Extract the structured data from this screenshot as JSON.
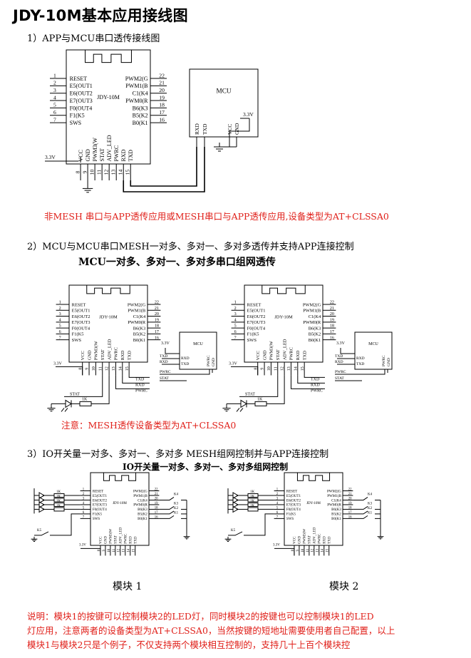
{
  "doc": {
    "title": "JDY-10M基本应用接线图",
    "s1": {
      "heading": "1）APP与MCU串口透传接线图",
      "note": "非MESH 串口与APP透传应用或MESH串口与APP透传应用,设备类型为AT+CLSSA0"
    },
    "s2": {
      "heading": "2）MCU与MCU串口MESH一对多、多对一、多对多透传并支持APP连接控制",
      "figure_title": "MCU一对多、多对一、多对多串口组网透传",
      "note": "注意：MESH透传设备类型为AT+CLSSA0"
    },
    "s3": {
      "heading": "3）IO开关量一对多、多对一、多对多 MESH组网控制并与APP连接控制",
      "figure_title": "IO开关量一对多、多对一、多对多组网控制",
      "label_left": "模块 1",
      "label_right": "模块 2",
      "note_lines": [
        "说明：模块1的按键可以控制模块2的LED灯，同时模块2的按键也可以控制模块1的LED",
        "灯应用，注意两者的设备类型为AT+CLSSA0，当然按键的短地址需要使用者自己配置，以上",
        "模块1与模块2只是个例子，不仅支持两个模块相互控制的，支持几十上百个模块控"
      ]
    }
  },
  "module": {
    "name": "JDY-10M",
    "left_pins": [
      "RESET",
      "E5(OUT1",
      "E6(OUT2",
      "E7(OUT3",
      "F0(OUT4",
      "F1(K5",
      "SWS"
    ],
    "left_nums": [
      "1",
      "2",
      "3",
      "4",
      "5",
      "6",
      "7"
    ],
    "right_pins": [
      "PWM2(G",
      "PWM1(B",
      "C1(K4",
      "PWM0(R",
      "B6(K3",
      "B5(K2",
      "B0(K1"
    ],
    "right_nums": [
      "22",
      "21",
      "20",
      "19",
      "18",
      "17",
      "16"
    ],
    "bottom_pins": [
      "VCC",
      "GND",
      "PWM3(W",
      "STAT",
      "ADV_LED",
      "PWRC",
      "RXD",
      "TXD"
    ],
    "bottom_nums": [
      "8",
      "9",
      "10",
      "11",
      "12",
      "13",
      "14",
      "15"
    ]
  },
  "mcu": {
    "name": "MCU",
    "pins_s1": [
      "RXD",
      "TXD",
      "VCC",
      "GND"
    ],
    "pins_s2": [
      "RXD",
      "TXD",
      "PWRC",
      "GND"
    ]
  },
  "labels": {
    "v33": "3.3V",
    "txd": "TXD",
    "rxd": "RXD",
    "pwrc": "PWRC",
    "stat": "STAT",
    "r1k": "1K",
    "k1": "K1",
    "k2": "K2",
    "k3": "K3",
    "k4": "K4",
    "k5": "K5"
  }
}
